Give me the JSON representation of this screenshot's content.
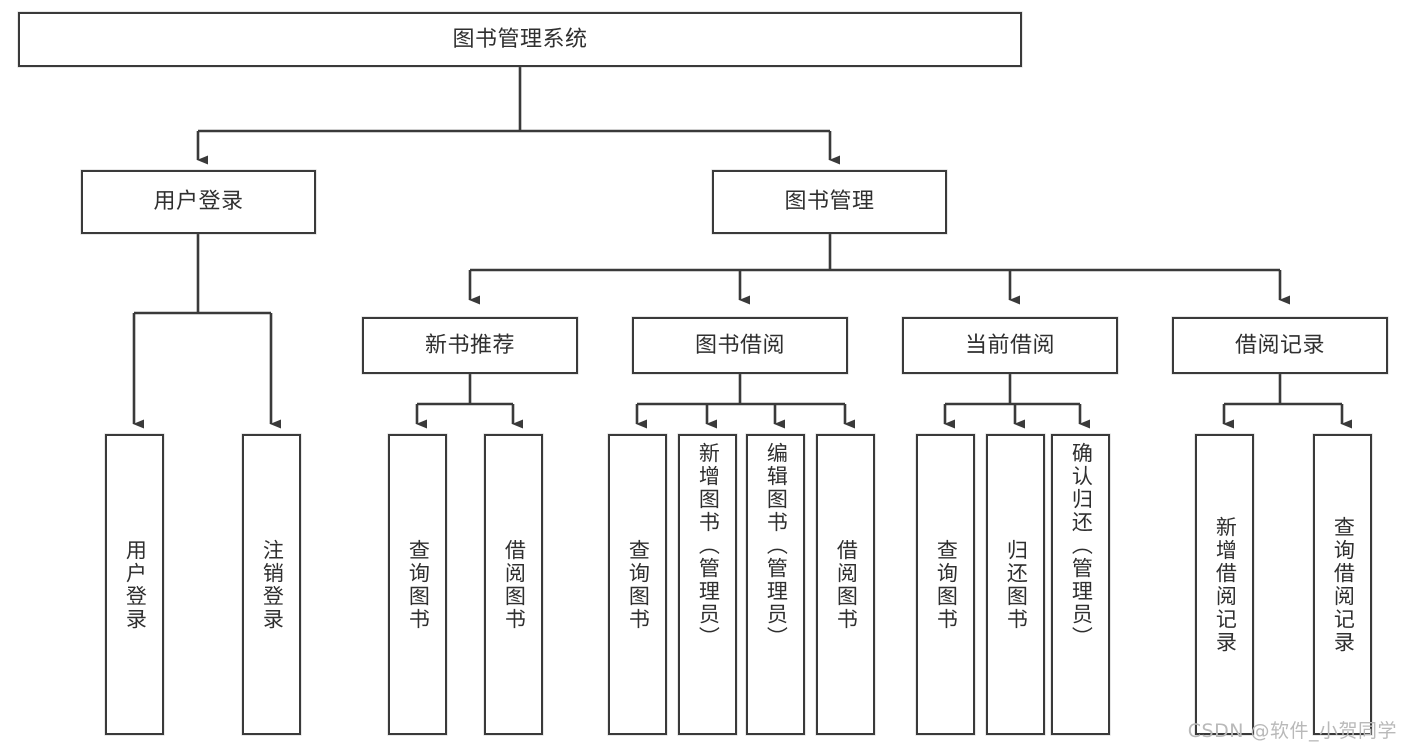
{
  "diagram": {
    "title": "图书管理系统",
    "type": "tree",
    "watermark": "CSDN @软件_小贺同学",
    "colors": {
      "box_border": "#3a3a3a",
      "box_fill": "#ffffff",
      "text": "#2f2f2f",
      "edge": "#3a3a3a",
      "watermark": "#b9b9b9",
      "background": "#ffffff"
    },
    "nodes": {
      "root": {
        "label": "图书管理系统"
      },
      "level2": [
        {
          "id": "user-login",
          "label": "用户登录"
        },
        {
          "id": "book-manage",
          "label": "图书管理"
        }
      ],
      "level3": [
        {
          "id": "new-book-recommend",
          "label": "新书推荐"
        },
        {
          "id": "book-borrow",
          "label": "图书借阅"
        },
        {
          "id": "current-borrow",
          "label": "当前借阅"
        },
        {
          "id": "borrow-record",
          "label": "借阅记录"
        }
      ],
      "leaves": [
        {
          "id": "leaf-user-login",
          "label": "用户登录",
          "parent": "user-login"
        },
        {
          "id": "leaf-logout",
          "label": "注销登录",
          "parent": "user-login"
        },
        {
          "id": "leaf-query-book-1",
          "label": "查询图书",
          "parent": "new-book-recommend"
        },
        {
          "id": "leaf-borrow-book-1",
          "label": "借阅图书",
          "parent": "new-book-recommend"
        },
        {
          "id": "leaf-query-book-2",
          "label": "查询图书",
          "parent": "book-borrow"
        },
        {
          "id": "leaf-add-book",
          "label": "新增图书（管理员）",
          "parent": "book-borrow"
        },
        {
          "id": "leaf-edit-book",
          "label": "编辑图书（管理员）",
          "parent": "book-borrow"
        },
        {
          "id": "leaf-borrow-book-2",
          "label": "借阅图书",
          "parent": "book-borrow"
        },
        {
          "id": "leaf-query-book-3",
          "label": "查询图书",
          "parent": "current-borrow"
        },
        {
          "id": "leaf-return-book",
          "label": "归还图书",
          "parent": "current-borrow"
        },
        {
          "id": "leaf-confirm-return",
          "label": "确认归还（管理员）",
          "parent": "current-borrow"
        },
        {
          "id": "leaf-add-record",
          "label": "新增借阅记录",
          "parent": "borrow-record"
        },
        {
          "id": "leaf-query-record",
          "label": "查询借阅记录",
          "parent": "borrow-record"
        }
      ]
    }
  }
}
